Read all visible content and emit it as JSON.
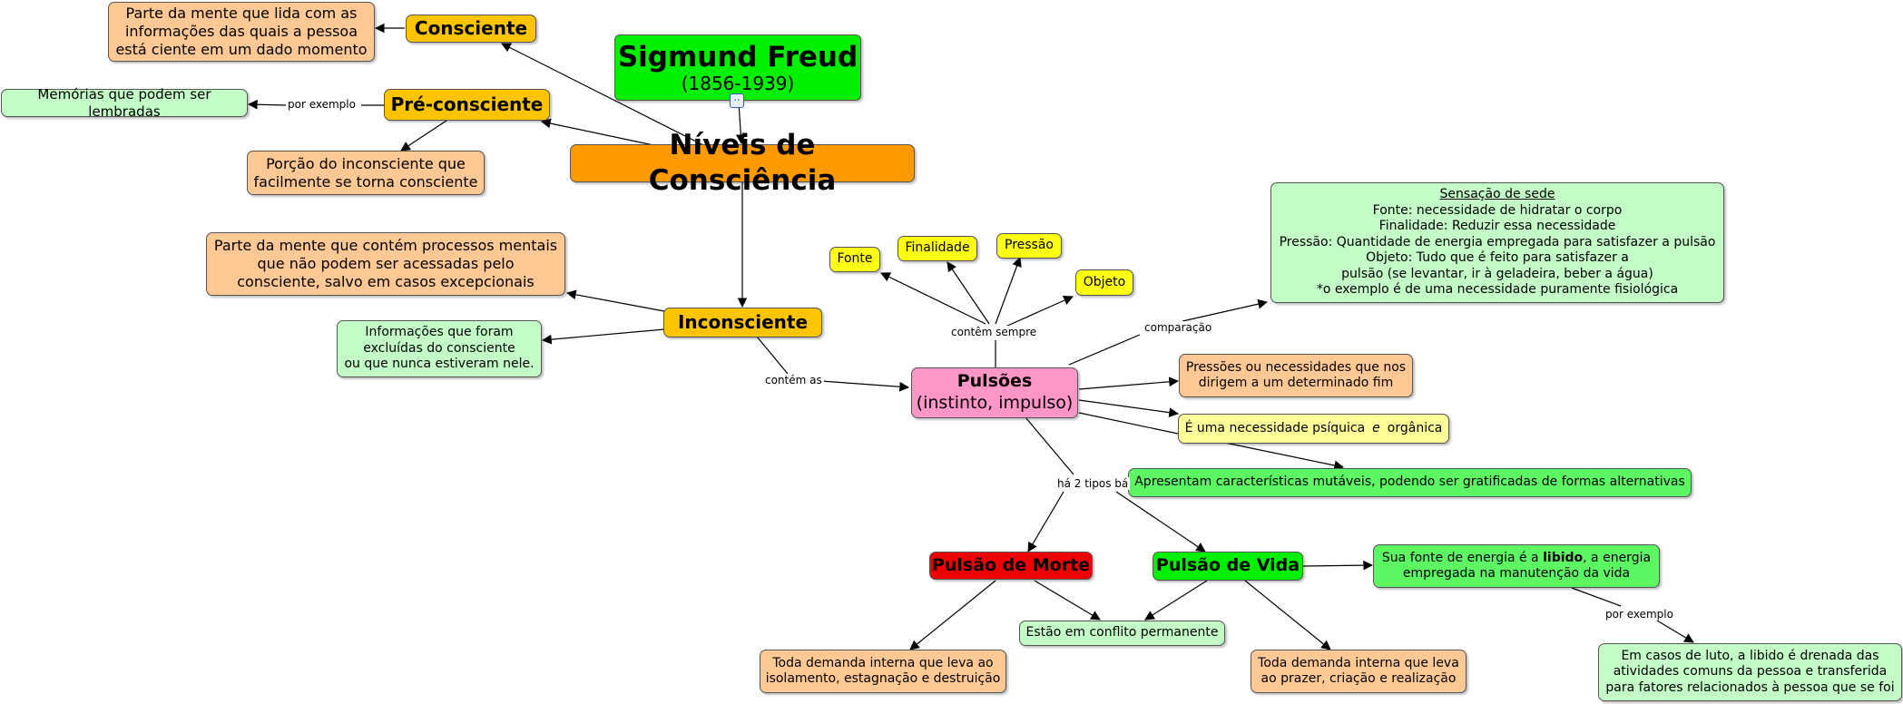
{
  "title": {
    "name": "Sigmund Freud",
    "years": "(1856-1939)"
  },
  "nodes": {
    "niveis": "Níveis de Consciência",
    "consciente": "Consciente",
    "consciente_desc": [
      "Parte da mente que lida com as",
      "informações das quais a pessoa",
      "está ciente em um dado momento"
    ],
    "preconsciente": "Pré-consciente",
    "memorias": "Memórias que podem ser lembradas",
    "porcao": [
      "Porção do inconsciente que",
      "facilmente se torna consciente"
    ],
    "inconsciente": "Inconsciente",
    "inconsciente_desc": [
      "Parte da mente que contém processos mentais",
      "que não podem ser acessadas pelo",
      "consciente, salvo em casos excepcionais"
    ],
    "informacoes": [
      "Informações que foram",
      "excluídas do consciente",
      "ou que nunca estiveram nele."
    ],
    "pulsoes": [
      "Pulsões",
      "(instinto, impulso)"
    ],
    "fonte": "Fonte",
    "finalidade": "Finalidade",
    "pressao": "Pressão",
    "objeto": "Objeto",
    "sede_title": "Sensação de sede",
    "sede_lines": [
      "Fonte: necessidade de hidratar o corpo",
      "Finalidade: Reduzir essa necessidade",
      "Pressão: Quantidade de energia empregada para satisfazer a pulsão",
      "Objeto: Tudo que é feito para satisfazer a",
      "pulsão (se levantar, ir à geladeira, beber a água)",
      "*o exemplo é de uma necessidade puramente fisiológica"
    ],
    "pressoes": [
      "Pressões ou necessidades que nos",
      "dirigem a um determinado fim"
    ],
    "psiquica_before": "É uma necessidade psíquica",
    "psiquica_e": "e",
    "psiquica_after": "orgânica",
    "mutaveis": "Apresentam características mutáveis, podendo ser gratificadas de formas alternativas",
    "morte": "Pulsão de Morte",
    "vida": "Pulsão de Vida",
    "conflito": "Estão em conflito permanente",
    "morte_desc": [
      "Toda demanda interna que leva ao",
      "isolamento, estagnação e destruição"
    ],
    "vida_desc": [
      "Toda demanda interna que leva",
      "ao prazer, criação e realização"
    ],
    "libido_pre": "Sua fonte de energia é a",
    "libido_bold": "libido",
    "libido_post": ", a energia",
    "libido_line2": "empregada na manutenção da vida",
    "luto": [
      "Em casos de luto, a libido é drenada das",
      "atividades comuns da pessoa e transferida",
      "para fatores relacionados à pessoa que se foi"
    ]
  },
  "labels": {
    "por_exemplo_1": "por exemplo",
    "contem_sempre": "contêm sempre",
    "comparacao": "comparação",
    "contem_as": "contém as",
    "ha_2_tipos": "há 2 tipos bá",
    "por_exemplo_2": "por exemplo"
  },
  "icons": {
    "concept_link": "linked-map-icon"
  },
  "colors": {
    "title": "#00f000",
    "main": "#ff9a00",
    "level": "#ffc400",
    "pulsoes": "#ff96c8",
    "morte": "#ee0000",
    "vida": "#00f000",
    "peach": "#ffc894",
    "mint": "#c3fcc6"
  }
}
